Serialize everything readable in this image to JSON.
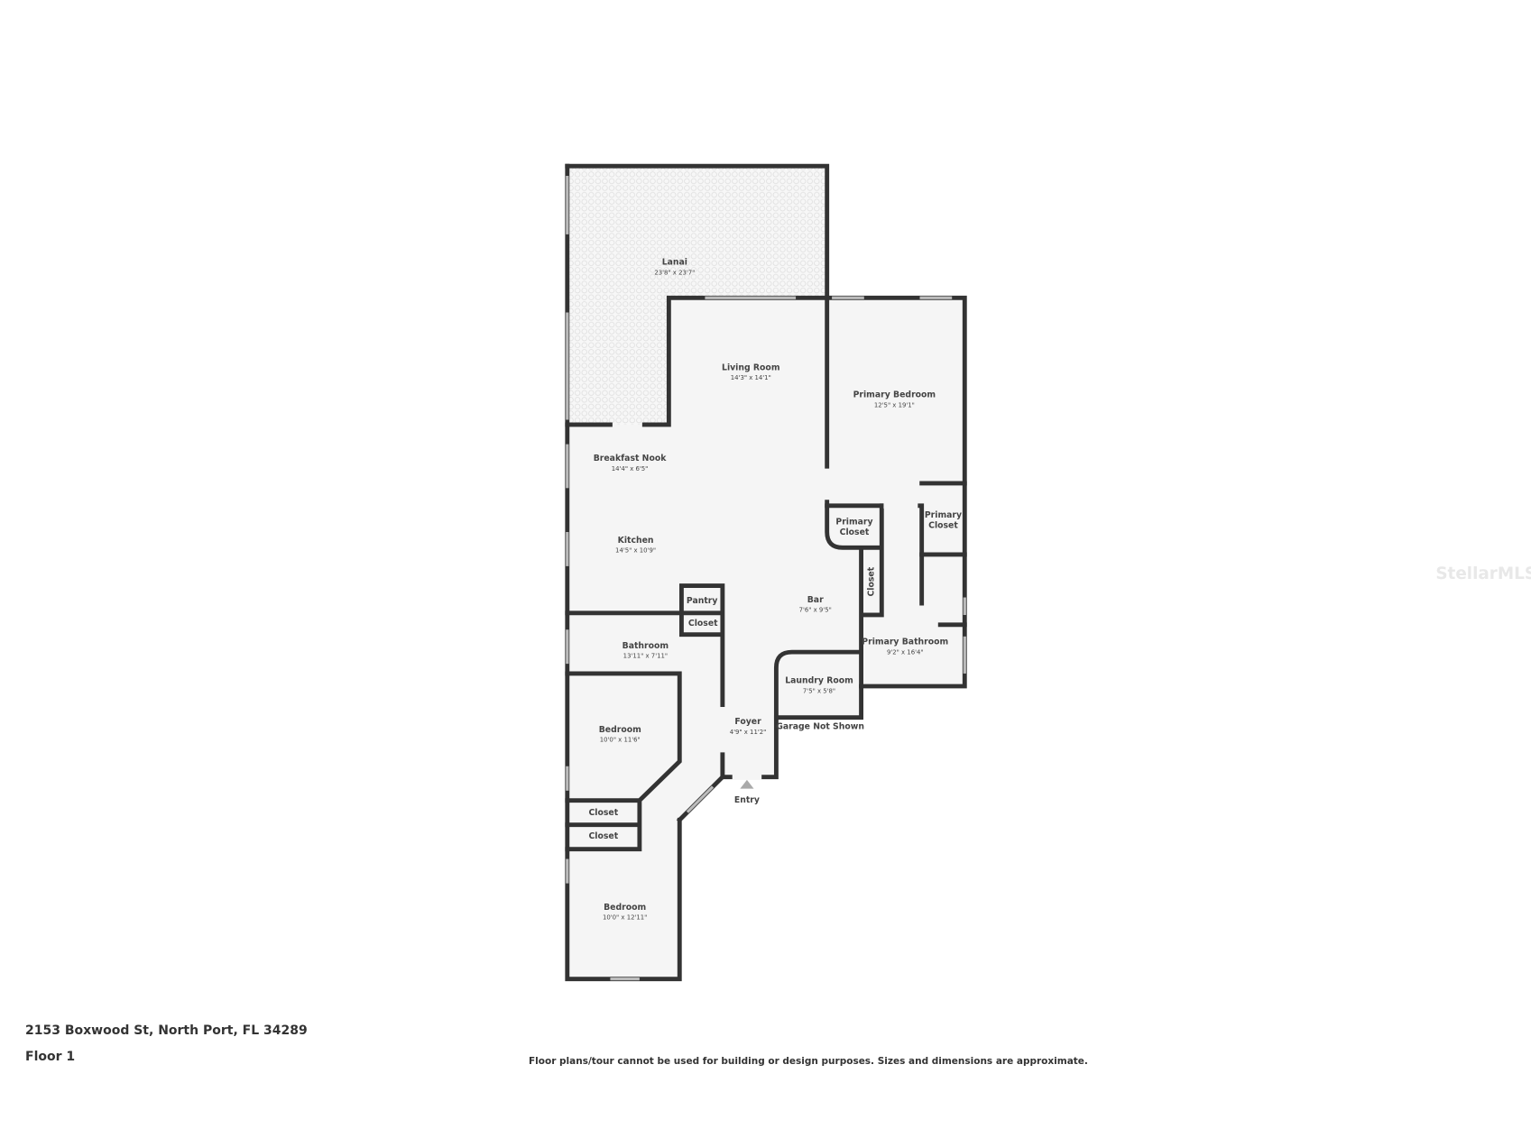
{
  "plan": {
    "rooms": [
      {
        "name": "Lanai",
        "dims": "23'8\" x 23'7\""
      },
      {
        "name": "Living Room",
        "dims": "14'3\" x 14'1\""
      },
      {
        "name": "Primary Bedroom",
        "dims": "12'5\" x 19'1\""
      },
      {
        "name": "Breakfast Nook",
        "dims": "14'4\" x 6'5\""
      },
      {
        "name": "Kitchen",
        "dims": "14'5\" x 10'9\""
      },
      {
        "name": "Bar",
        "dims": "7'6\" x 9'5\""
      },
      {
        "name": "Bathroom",
        "dims": "13'11\" x 7'11\""
      },
      {
        "name": "Bedroom",
        "dims": "10'0\" x 11'6\""
      },
      {
        "name": "Foyer",
        "dims": "4'9\" x 11'2\""
      },
      {
        "name": "Laundry Room",
        "dims": "7'5\" x 5'8\""
      },
      {
        "name": "Primary Bathroom",
        "dims": "9'2\" x 16'4\""
      },
      {
        "name": "Bedroom",
        "dims": "10'0\" x 12'11\""
      }
    ],
    "labels": {
      "primary_closet_1": [
        "Primary",
        "Closet"
      ],
      "primary_closet_2": [
        "Primary",
        "Closet"
      ],
      "closet_vertical": "Closet",
      "pantry": "Pantry",
      "closet_pantry": "Closet",
      "closet_a": "Closet",
      "closet_b": "Closet",
      "garage": "Garage Not Shown",
      "entry": "Entry"
    },
    "colors": {
      "wall": "#333333",
      "floor": "#f5f5f5",
      "lanai_pattern": "#e2e2e2"
    }
  },
  "footer": {
    "address": "2153 Boxwood St, North Port, FL 34289",
    "floor": "Floor 1",
    "disclaimer": "Floor plans/tour cannot be used for building or design purposes. Sizes and dimensions are approximate."
  },
  "watermark": "StellarMLS"
}
